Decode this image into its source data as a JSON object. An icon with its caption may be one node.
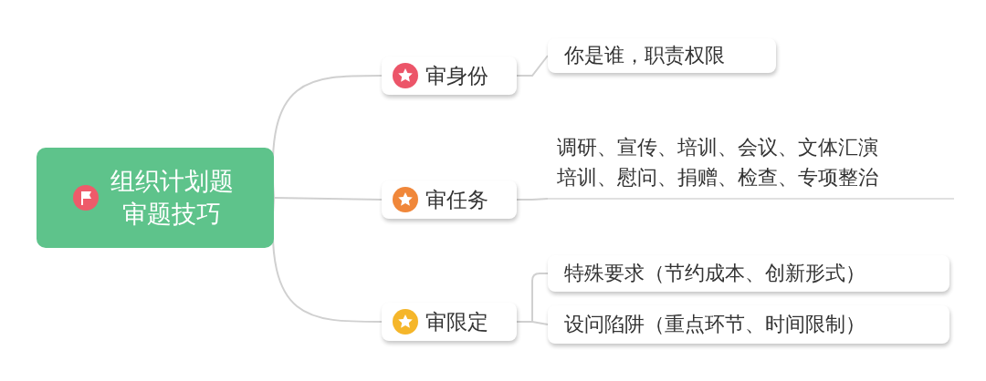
{
  "diagram": {
    "nodes": [
      {
        "text": [
          "组织计划题审题技巧"
        ]
      },
      {
        "text": [
          "审身份"
        ]
      },
      {
        "text": [
          "你是谁，职责权限"
        ]
      },
      {
        "text": [
          "审任务"
        ]
      },
      {
        "text": [
          "调研、宣传、培训、会议、文体汇演培训、慰问、捐赠、检查、专项整治"
        ]
      },
      {
        "text": [
          "审限定"
        ]
      },
      {
        "text": [
          "特殊要求（节约成本、创新形式）"
        ]
      },
      {
        "text": [
          "设问陷阱（重点环节、时间限制）"
        ]
      }
    ],
    "edges": [
      {
        "from": 0,
        "to": 1,
        "arrow": "none"
      },
      {
        "from": 1,
        "to": 2,
        "arrow": "none"
      },
      {
        "from": 0,
        "to": 3,
        "arrow": "none"
      },
      {
        "from": 3,
        "to": 4,
        "arrow": "none"
      },
      {
        "from": 0,
        "to": 5,
        "arrow": "none"
      },
      {
        "from": 5,
        "to": 6,
        "arrow": "none"
      },
      {
        "from": 5,
        "to": 7,
        "arrow": "none"
      }
    ]
  }
}
